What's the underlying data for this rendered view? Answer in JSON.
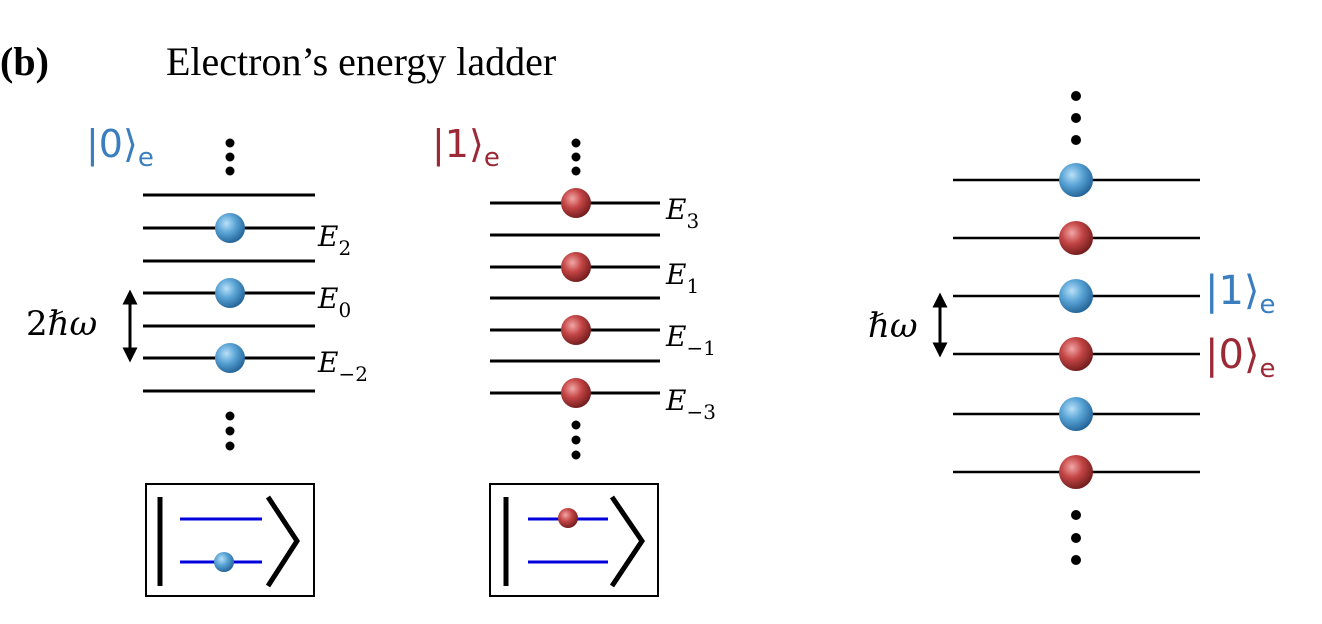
{
  "panel_label": "(b)",
  "title": "Electron’s energy ladder",
  "colors": {
    "blue": "#3a7ebf",
    "red": "#9c2a36",
    "line": "#000000",
    "inset_line": "#0000dd"
  },
  "left_ladder": {
    "state": {
      "ket": "|0⟩",
      "sub": "e"
    },
    "levels": [
      {
        "name": "E",
        "sub": "2"
      },
      {
        "name": "E",
        "sub": "0"
      },
      {
        "name": "E",
        "sub": "−2"
      }
    ],
    "spacing_label": {
      "num": "2",
      "sym": "ℏω"
    }
  },
  "middle_ladder": {
    "state": {
      "ket": "|1⟩",
      "sub": "e"
    },
    "levels": [
      {
        "name": "E",
        "sub": "3"
      },
      {
        "name": "E",
        "sub": "1"
      },
      {
        "name": "E",
        "sub": "−1"
      },
      {
        "name": "E",
        "sub": "−3"
      }
    ]
  },
  "right_ladder": {
    "state_upper": {
      "ket": "|1⟩",
      "sub": "e"
    },
    "state_lower": {
      "ket": "|0⟩",
      "sub": "e"
    },
    "spacing_label": {
      "sym": "ℏω"
    }
  }
}
